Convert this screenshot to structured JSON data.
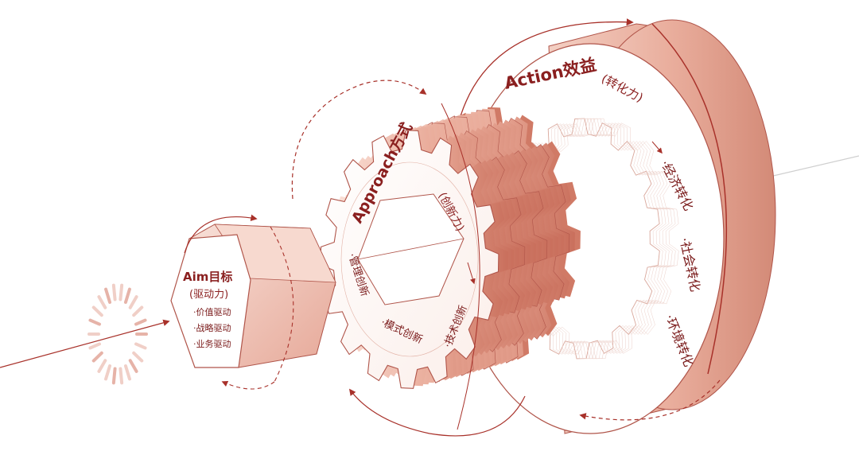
{
  "aim": {
    "title": "Aim目标",
    "sub": "(驱动力)",
    "items": [
      "·价值驱动",
      "·战略驱动",
      "·业务驱动"
    ]
  },
  "approach": {
    "title": "Approach方式",
    "sub": "(创新力)",
    "items": [
      "·管理创新",
      "·技术创新",
      "·模式创新"
    ]
  },
  "action": {
    "title": "Action效益",
    "sub": "(转化力)",
    "items": [
      "·经济转化",
      "·社会转化",
      "·环境转化"
    ]
  },
  "colors": {
    "accent": "#a8312a",
    "text": "#8a1f1f",
    "face_light": "#fbe9e2",
    "face_mid": "#efc3b6",
    "face_dark": "#d98c7a"
  }
}
